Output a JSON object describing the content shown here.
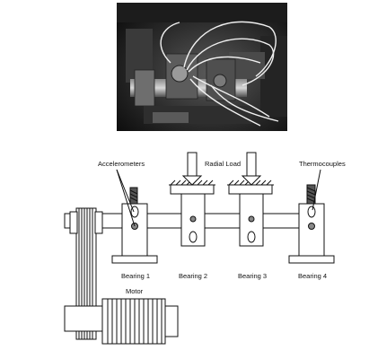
{
  "figure": {
    "labels": {
      "accelerometers": "Accelerometers",
      "radial_load": "Radial Load",
      "thermocouples": "Thermocouples",
      "bearing_1": "Bearing 1",
      "bearing_2": "Bearing 2",
      "bearing_3": "Bearing 3",
      "bearing_4": "Bearing 4",
      "motor": "Motor"
    }
  }
}
